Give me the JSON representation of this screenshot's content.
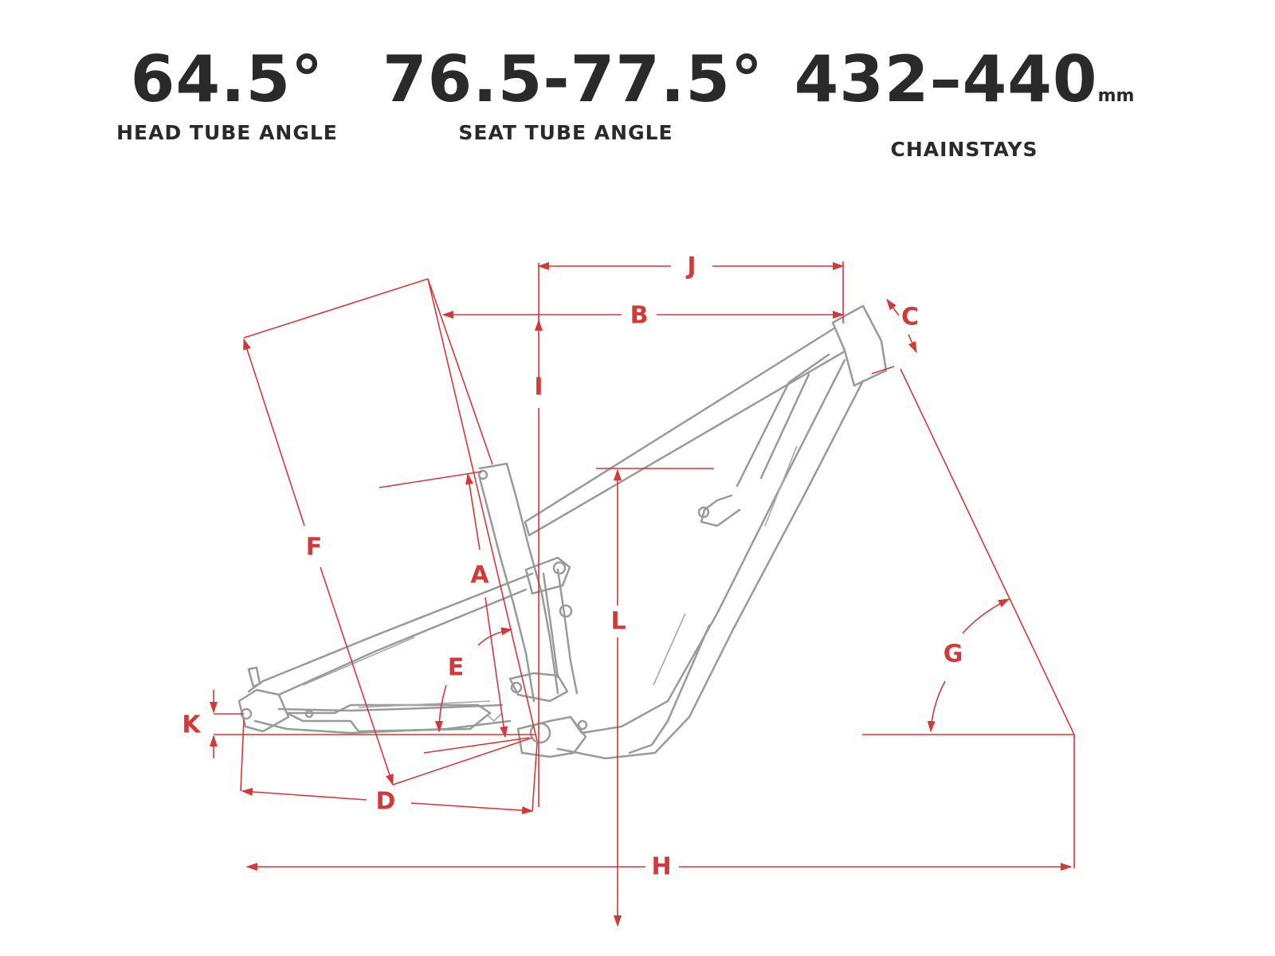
{
  "stats": [
    {
      "value": "64.5°",
      "unit": "",
      "label": "HEAD TUBE ANGLE"
    },
    {
      "value": "76.5-77.5°",
      "unit": "",
      "label": "SEAT TUBE ANGLE"
    },
    {
      "value": "432–440",
      "unit": "mm",
      "label": "CHAINSTAYS"
    }
  ],
  "dimension_labels": {
    "a": "A",
    "b": "B",
    "c": "C",
    "d": "D",
    "e": "E",
    "f": "F",
    "g": "G",
    "h": "H",
    "i": "I",
    "j": "J",
    "k": "K",
    "l": "L"
  },
  "colors": {
    "dimension": "#d23a3a",
    "frame": "#9a9a9a",
    "text": "#2a2a2a"
  }
}
